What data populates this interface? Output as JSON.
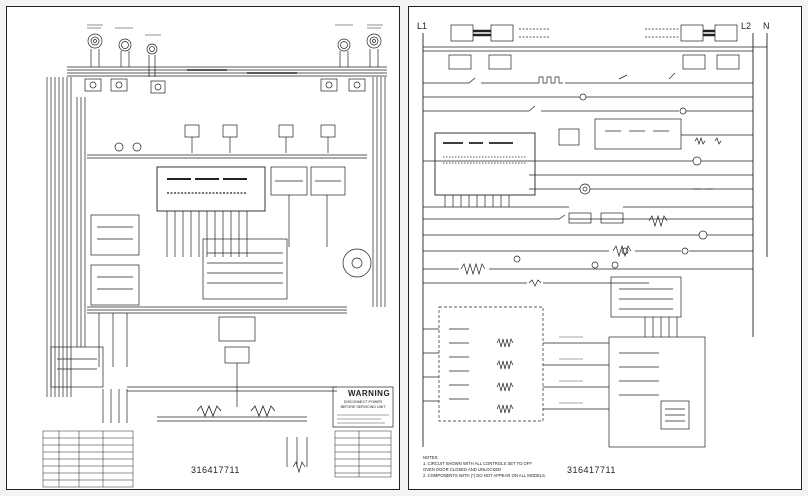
{
  "left_sheet": {
    "drawing_number": "316417711",
    "warning": {
      "title": "WARNING",
      "lines": [
        "DISCONNECT POWER",
        "BEFORE SERVICING UNIT"
      ]
    }
  },
  "right_sheet": {
    "drawing_number": "316417711",
    "rail_left": "L1",
    "rail_right": "L2",
    "rail_neutral": "N",
    "notes": [
      "NOTES:",
      "1.  CIRCUIT SHOWN WITH ALL CONTROLS SET TO OFF",
      "    OVEN DOOR CLOSED AND UNLOCKED",
      "2.  COMPONENTS WITH  (*) DO NOT APPEAR ON ALL MODELS."
    ]
  }
}
